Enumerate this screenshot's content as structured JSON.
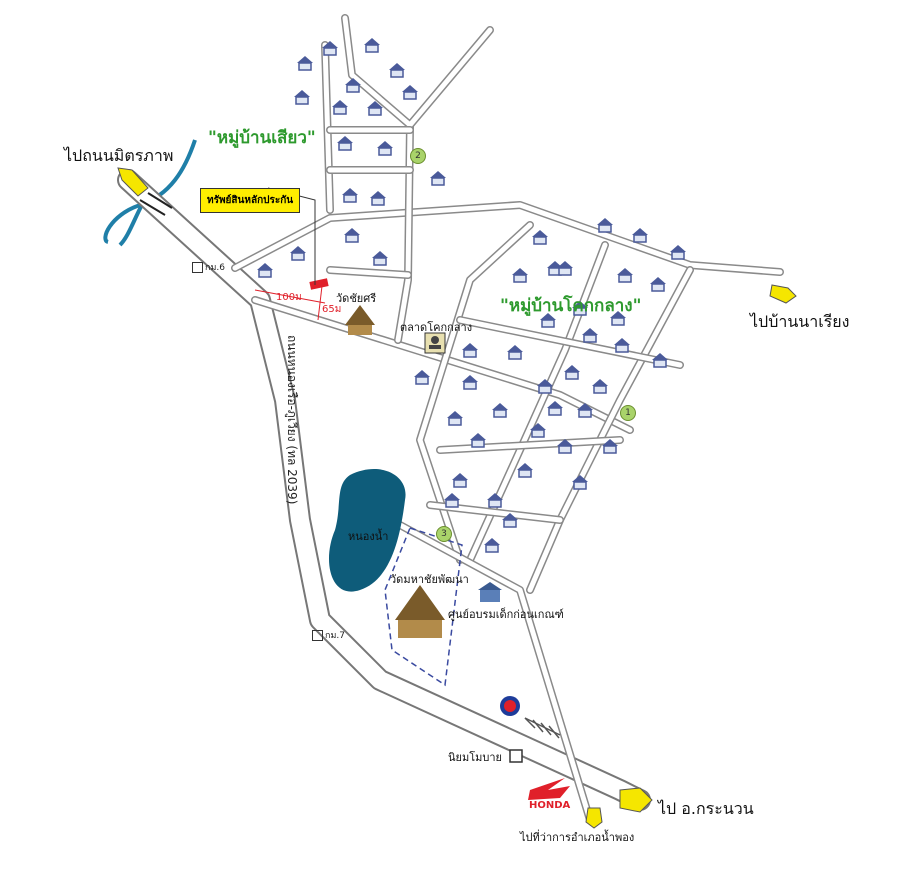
{
  "labels": {
    "to_mittraphap": "ไปถนนมิตรภาพ",
    "village_siao": "\"หมู่บ้านเสียว\"",
    "village_khok_klang": "\"หมู่บ้านโคกกลาง\"",
    "main_asset": "ทรัพย์สินหลักประกัน",
    "dist_100": "100ม",
    "dist_65": "65ม",
    "wat_chai_si": "วัดชัยศรี",
    "market": "ตลาดโคกกลาง",
    "to_na_riang": "ไปบ้านนาเรียง",
    "road_name": "ถนนหนองเรือ-ภูเวียง (ทล 2039)",
    "pond": "หนองน้ำ",
    "wat_maha_chai": "วัดมหาชัยพัฒนา",
    "childcare": "ศูนย์อบรมเด็กก่อนเกณฑ์",
    "km6": "กม.6",
    "km7": "กม.7",
    "niyom": "นิยมโมบาย",
    "to_kranuan": "ไป อ.กระนวน",
    "to_nam_phong": "ไปที่ว่าการอำเภอน้ำพอง",
    "honda": "HONDA",
    "mark1": "1",
    "mark2": "2",
    "mark3": "3"
  },
  "colors": {
    "house": "#4a5a9a",
    "water": "#0e5c7a",
    "river": "#1f7fa8",
    "arrow": "#f5e600",
    "green_label": "#2e9a2e",
    "asset_red": "#e0202a"
  },
  "icons": [
    "house-icon",
    "temple-icon",
    "market-icon",
    "school-icon",
    "gas-station-icon",
    "honda-logo",
    "bridge-icon",
    "direction-arrow-icon"
  ]
}
